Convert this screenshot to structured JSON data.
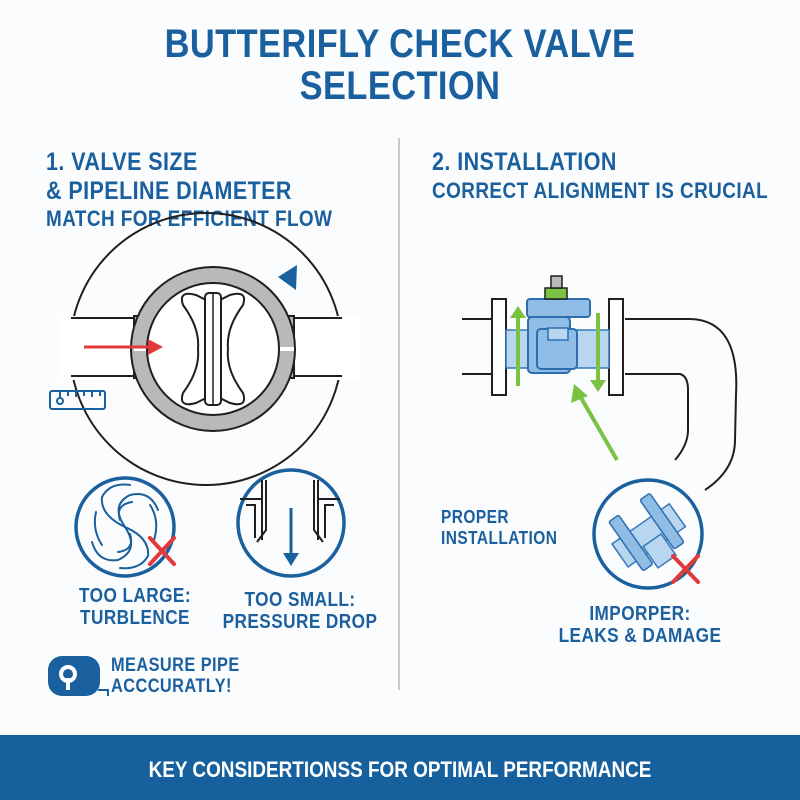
{
  "title": {
    "line1": "BUTTERIFLY CHECK VALVE",
    "line2": "SELECTION"
  },
  "section1": {
    "heading_line1": "1. VALVE SIZE",
    "heading_line2": "& PIPELINE DIAMETER",
    "subheading": "MATCH FOR EFFICIENT FLOW",
    "too_large": {
      "line1": "TOO LARGE:",
      "line2": "TURBLENCE",
      "icon": "turbulence-swirl-icon"
    },
    "too_small": {
      "line1": "TOO SMALL:",
      "line2": "PRESSURE DROP",
      "icon": "pressure-drop-icon"
    },
    "measure": {
      "line1": "MEASURE PIPE",
      "line2": "ACCCURATLY!",
      "icon": "tape-measure-icon"
    },
    "diagram_icons": [
      "butterfly-valve-diagram",
      "flow-arrow-icon",
      "rotation-arrow-icon",
      "ruler-icon"
    ]
  },
  "section2": {
    "heading": "2. INSTALLATION",
    "subheading": "CORRECT ALIGNMENT IS CRUCIAL",
    "proper": {
      "line1": "PROPER",
      "line2": "INSTALLATION"
    },
    "improper": {
      "line1": "IMPORPER:",
      "line2": "LEAKS & DAMAGE",
      "icon": "misaligned-valve-icon"
    },
    "diagram_icons": [
      "installed-valve-diagram",
      "alignment-arrow-icon",
      "pipe-elbow"
    ]
  },
  "footer": {
    "text": "KEY CONSIDERTIONSS FOR OPTIMAL PERFORMANCE"
  },
  "colors": {
    "primary_blue": "#1a5f9e",
    "footer_blue": "#16619d",
    "error_red": "#e03a3a",
    "good_green": "#7cc242",
    "valve_blue": "#8fbde6",
    "gray": "#b7b9bb"
  }
}
